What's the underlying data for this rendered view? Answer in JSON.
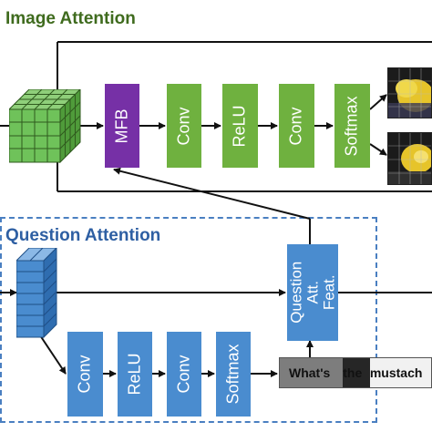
{
  "image_attention": {
    "title": "Image Attention",
    "blocks": [
      "MFB",
      "Conv",
      "ReLU",
      "Conv",
      "Softmax"
    ]
  },
  "question_attention": {
    "title": "Question Attention",
    "blocks": [
      "Conv",
      "ReLU",
      "Conv",
      "Softmax"
    ],
    "att_feat_label": "Question Att. Feat.",
    "tokens": [
      "What's",
      "the",
      "mustach"
    ]
  },
  "colors": {
    "image_green": "#6fb13f",
    "mfb_purple": "#7630a6",
    "question_blue": "#4a8ccf",
    "image_title": "#3f6b1e",
    "question_title": "#2e5fa3"
  },
  "icons": [
    "image-feature-tensor-icon",
    "question-feature-tensor-icon",
    "attention-map-thumbnail"
  ]
}
